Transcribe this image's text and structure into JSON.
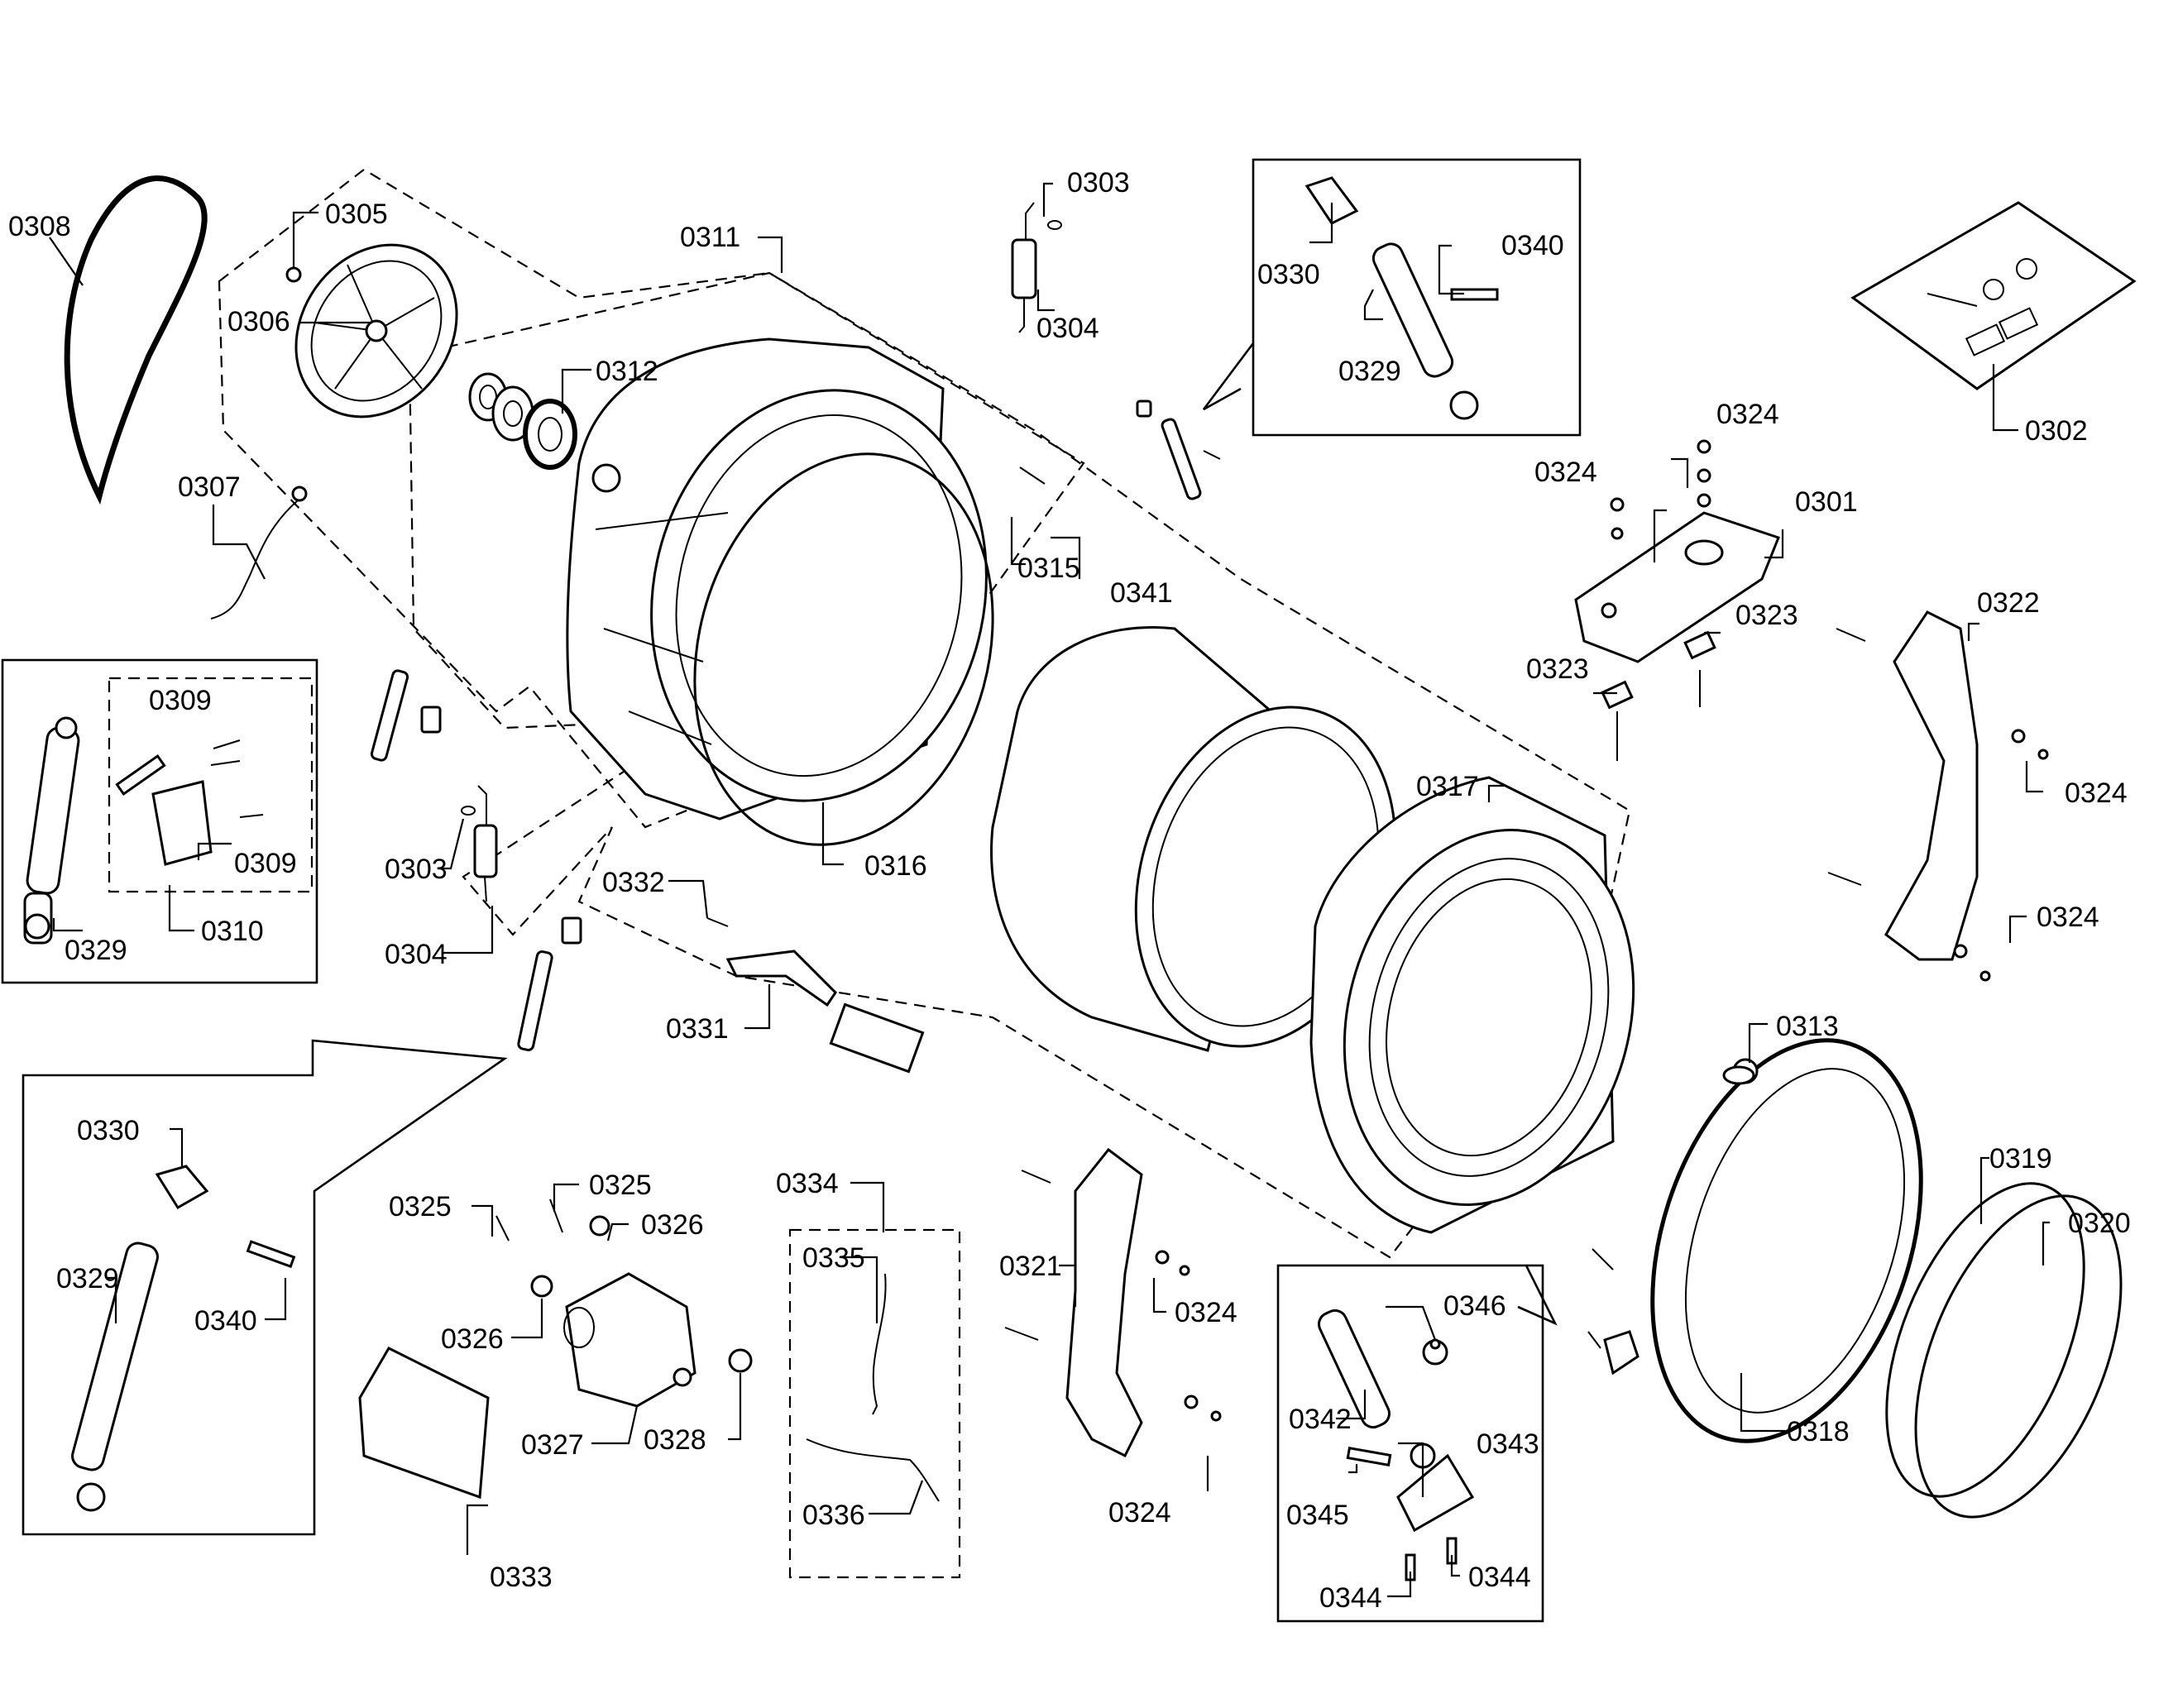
{
  "labels": {
    "p0301": "0301",
    "p0302": "0302",
    "p0303a": "0303",
    "p0303b": "0303",
    "p0304a": "0304",
    "p0304b": "0304",
    "p0305": "0305",
    "p0306": "0306",
    "p0307": "0307",
    "p0308": "0308",
    "p0309a": "0309",
    "p0309b": "0309",
    "p0310": "0310",
    "p0311": "0311",
    "p0312": "0312",
    "p0313": "0313",
    "p0315": "0315",
    "p0316": "0316",
    "p0317": "0317",
    "p0318": "0318",
    "p0319": "0319",
    "p0320": "0320",
    "p0321": "0321",
    "p0322": "0322",
    "p0323a": "0323",
    "p0323b": "0323",
    "p0324a": "0324",
    "p0324b": "0324",
    "p0324c": "0324",
    "p0324d": "0324",
    "p0324e": "0324",
    "p0324f": "0324",
    "p0324g": "0324",
    "p0325a": "0325",
    "p0325b": "0325",
    "p0326a": "0326",
    "p0326b": "0326",
    "p0327": "0327",
    "p0328": "0328",
    "p0329a": "0329",
    "p0329b": "0329",
    "p0329c": "0329",
    "p0330a": "0330",
    "p0330b": "0330",
    "p0331": "0331",
    "p0332": "0332",
    "p0333": "0333",
    "p0334": "0334",
    "p0335": "0335",
    "p0336": "0336",
    "p0340a": "0340",
    "p0340b": "0340",
    "p0341": "0341",
    "p0342": "0342",
    "p0343": "0343",
    "p0344a": "0344",
    "p0344b": "0344",
    "p0345": "0345",
    "p0346": "0346"
  }
}
